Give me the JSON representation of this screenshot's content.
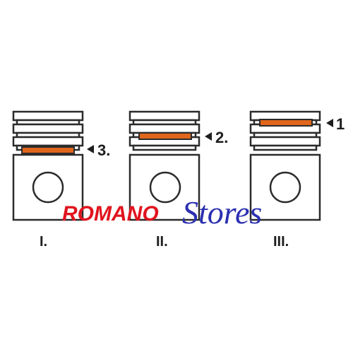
{
  "colors": {
    "outline": "#2b2b2b",
    "highlight_ring": "#e0661c",
    "watermark_red": "#e0141e",
    "watermark_blue": "#2a2fb0",
    "background": "#ffffff"
  },
  "pistons": [
    {
      "roman": "I.",
      "callout": "3.",
      "highlighted_ring": 3
    },
    {
      "roman": "II.",
      "callout": "2.",
      "highlighted_ring": 2
    },
    {
      "roman": "III.",
      "callout": "1",
      "highlighted_ring": 1
    }
  ],
  "watermark": {
    "part1": "ROMANO",
    "part2": "Stores"
  },
  "icons": {
    "callout_marker": "left-pointing-triangle-icon",
    "pin_hole": "circle-icon"
  }
}
